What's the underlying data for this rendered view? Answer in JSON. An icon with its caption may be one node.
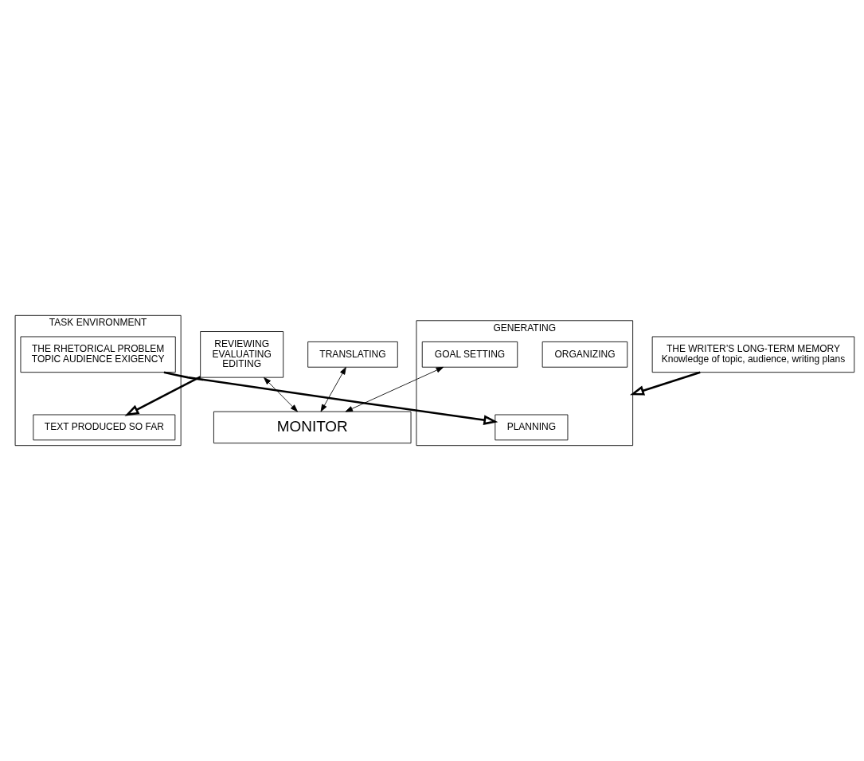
{
  "diagram": {
    "nodes": [
      {
        "text": [
          "TASK ENVIRONMENT"
        ]
      },
      {
        "text": [
          "THE RHETORICAL PROBLEM",
          "TOPIC AUDIENCE EXIGENCY"
        ],
        "in": 0
      },
      {
        "text": [
          "TEXT PRODUCED SO FAR"
        ],
        "in": 0
      },
      {
        "text": [
          "THE WRITER’S LONG-TERM MEMORY",
          "Knowledge of topic, audience, writing plans"
        ]
      },
      {
        "text": [
          "GENERATING"
        ]
      },
      {
        "text": [
          "PLANNING"
        ],
        "in": 4
      },
      {
        "text": [
          "ORGANIZING"
        ],
        "in": 4
      },
      {
        "text": [
          "GOAL SETTING"
        ],
        "in": 4
      },
      {
        "text": [
          "TRANSLATING"
        ]
      },
      {
        "text": [
          "REVIEWING",
          "EVALUATING",
          "EDITING"
        ]
      },
      {
        "text": [
          "MONITOR"
        ]
      }
    ],
    "edges": [
      {
        "from": 3,
        "to": 4,
        "arrow": "to",
        "style": "thick"
      },
      {
        "from": 1,
        "to": 5,
        "arrow": "to",
        "style": "thick"
      },
      {
        "from": 9,
        "to": 2,
        "arrow": "to",
        "style": "thick"
      },
      {
        "from": 7,
        "to": 10,
        "arrow": "both"
      },
      {
        "from": 8,
        "to": 10,
        "arrow": "both"
      },
      {
        "from": 9,
        "to": 10,
        "arrow": "both"
      }
    ]
  }
}
